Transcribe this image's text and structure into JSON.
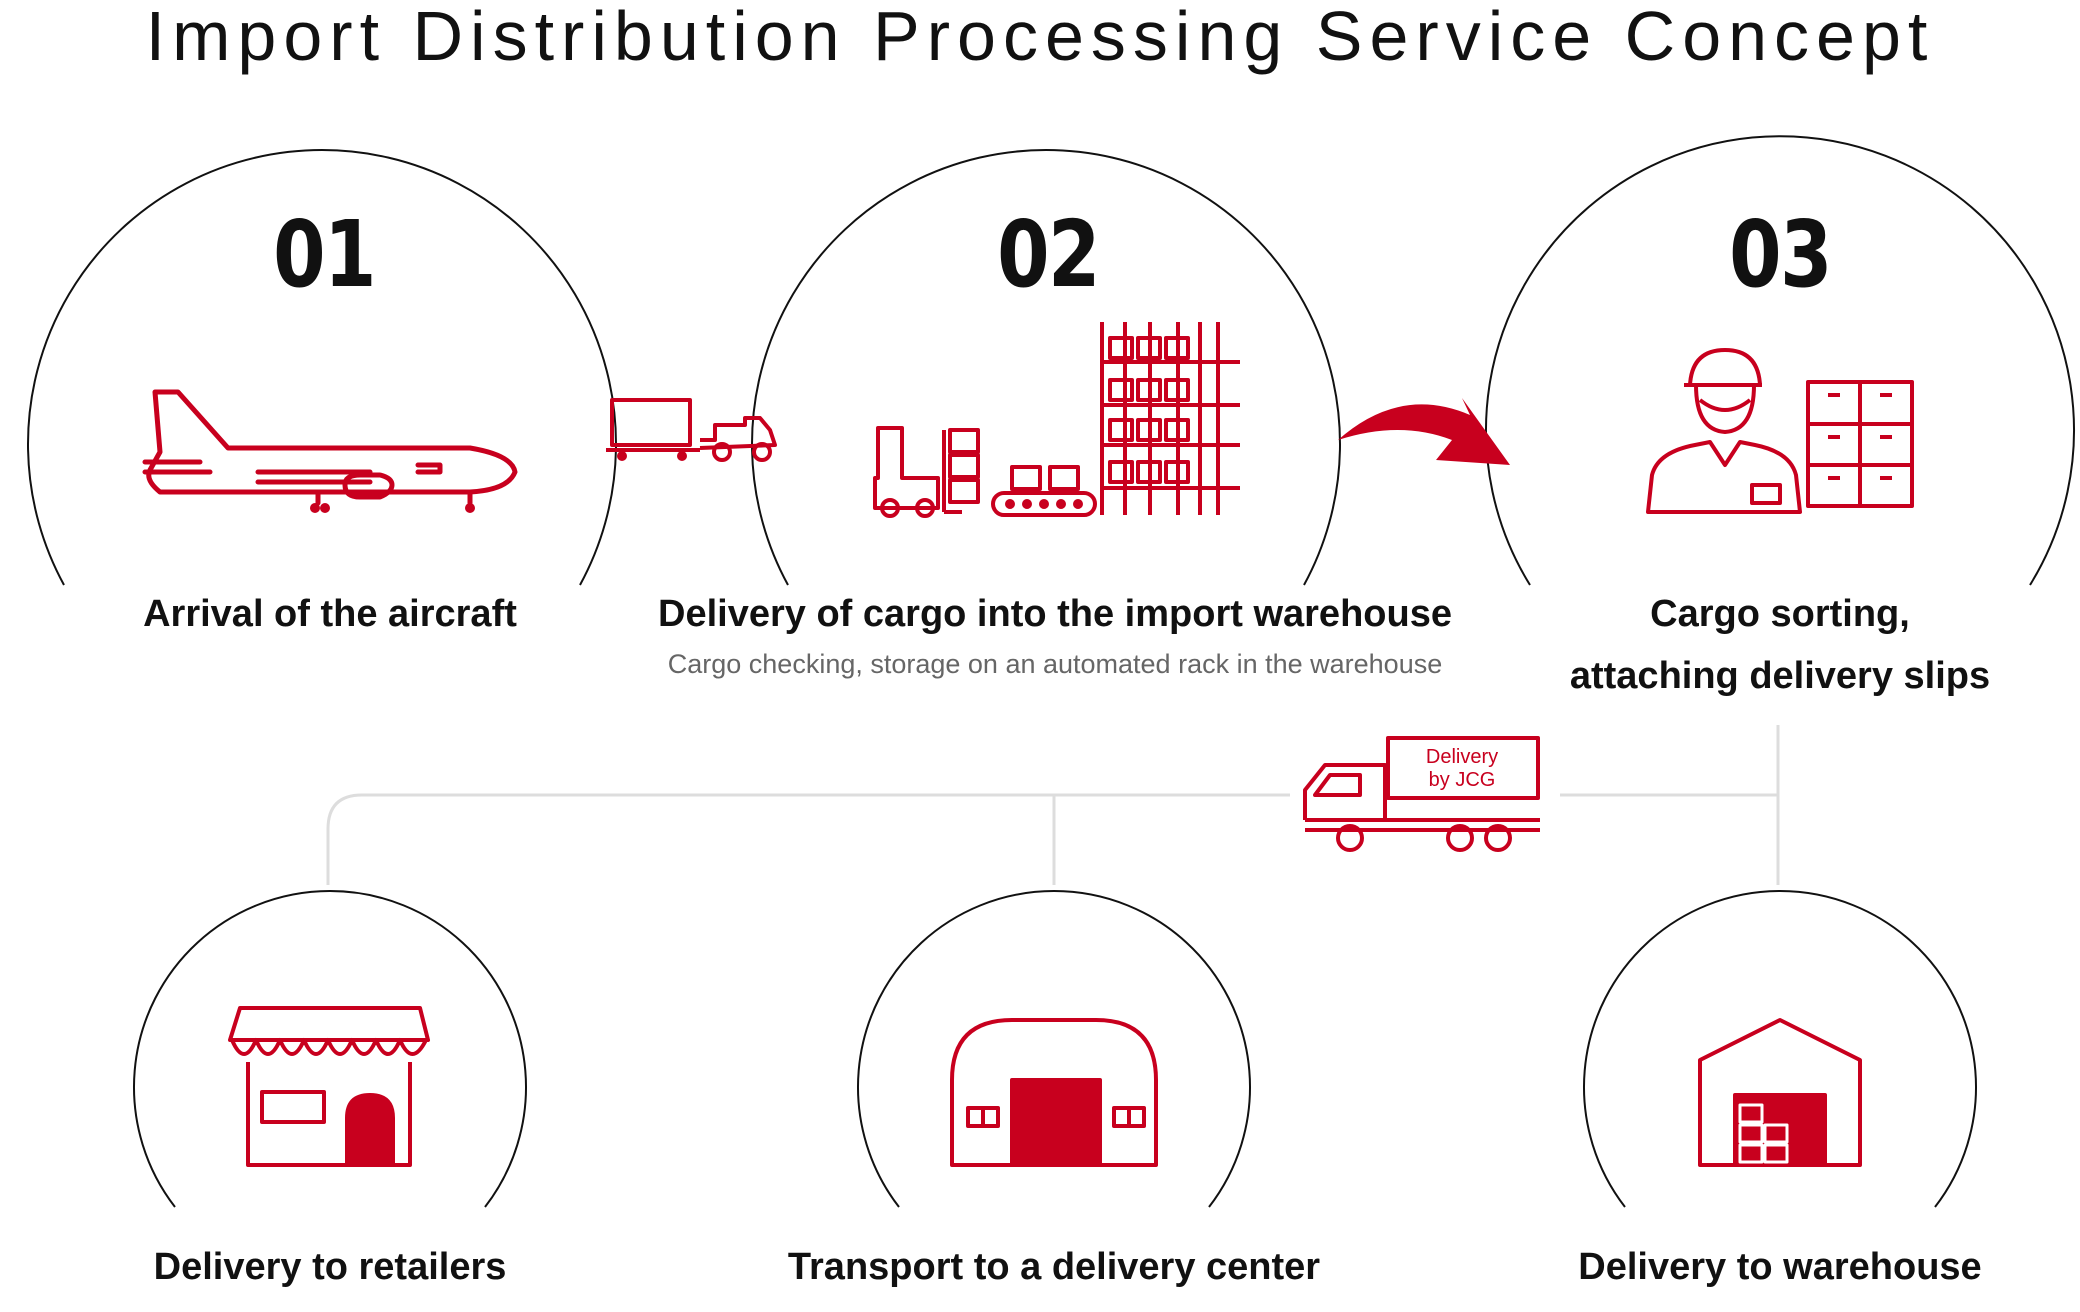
{
  "title": "Import Distribution Processing Service Concept",
  "colors": {
    "accent": "#c8001e",
    "text": "#111111",
    "subtext": "#666666",
    "line": "#dddddd"
  },
  "steps": [
    {
      "number": "01",
      "label": "Arrival of the aircraft",
      "icon": "airplane-icon"
    },
    {
      "number": "02",
      "label": "Delivery of cargo into the import warehouse",
      "sublabel": "Cargo checking, storage on an automated rack in the warehouse",
      "icon": "warehouse-rack-icon"
    },
    {
      "number": "03",
      "label_line1": "Cargo sorting,",
      "label_line2": "attaching delivery slips",
      "icon": "worker-sorting-icon"
    }
  ],
  "truck": {
    "sign_line1": "Delivery",
    "sign_line2": "by JCG",
    "icon": "delivery-truck-icon"
  },
  "destinations": [
    {
      "label": "Delivery to retailers",
      "icon": "store-icon"
    },
    {
      "label": "Transport to a delivery center",
      "icon": "delivery-center-icon"
    },
    {
      "label": "Delivery to warehouse",
      "icon": "warehouse-icon"
    }
  ]
}
